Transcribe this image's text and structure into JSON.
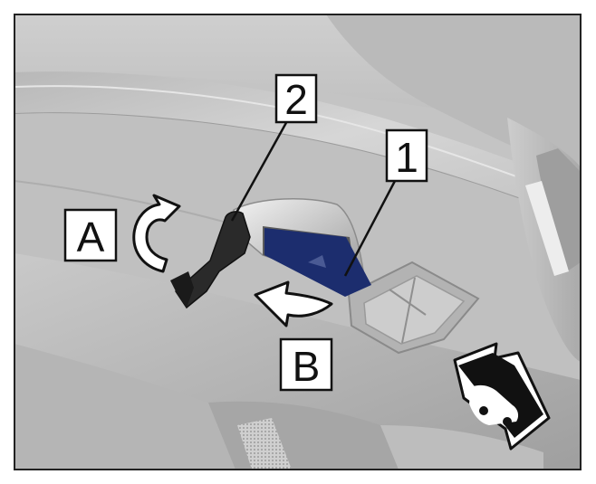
{
  "callouts": {
    "part_1": "1",
    "part_2": "2",
    "step_a": "A",
    "step_b": "B"
  },
  "icons": {
    "rotation_arrow": "curved-arrow-icon",
    "pull_arrow": "curved-arrow-icon",
    "vehicle_direction": "car-front-direction-icon"
  },
  "colors": {
    "frame": "#222222",
    "highlight_part": "#1c2d6e",
    "tool": "#2a2a2a",
    "panel_light": "#d9d9d9",
    "panel_dark": "#a9a9a9"
  }
}
